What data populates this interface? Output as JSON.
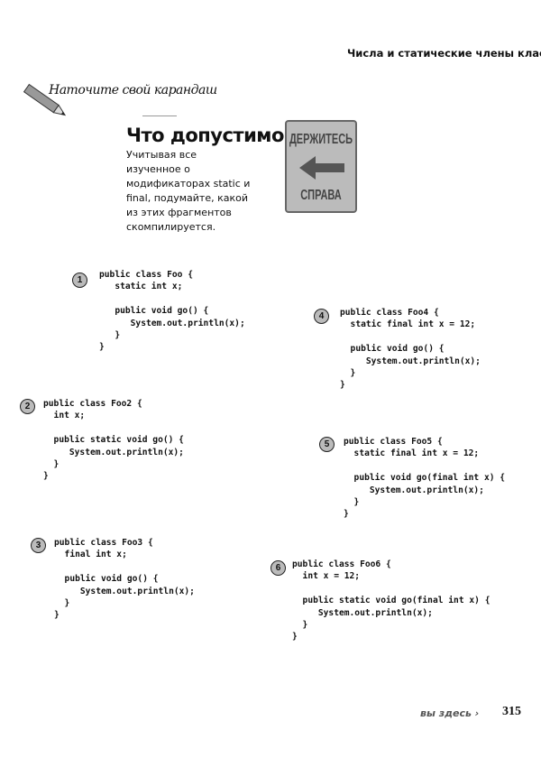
{
  "header": {
    "chapter": "Числа и статические члены класса"
  },
  "exercise": {
    "label": "Наточите свой карандаш",
    "title": "Что допустимо?",
    "description": "Учитывая все изученное о модификаторах static и final, подумайте, какой из этих фрагментов скомпилируется.",
    "sign_top": "ДЕРЖИТЕСЬ",
    "sign_bottom": "СПРАВА",
    "sign_icon": "left-arrow-icon"
  },
  "snippets": [
    {
      "number": "1",
      "code": "public class Foo {\n   static int x;\n\n   public void go() {\n      System.out.println(x);\n   }\n}"
    },
    {
      "number": "2",
      "code": "public class Foo2 {\n  int x;\n\n  public static void go() {\n     System.out.println(x);\n  }\n}"
    },
    {
      "number": "3",
      "code": "public class Foo3 {\n  final int x;\n\n  public void go() {\n     System.out.println(x);\n  }\n}"
    },
    {
      "number": "4",
      "code": "public class Foo4 {\n  static final int x = 12;\n\n  public void go() {\n     System.out.println(x);\n  }\n}"
    },
    {
      "number": "5",
      "code": "public class Foo5 {\n  static final int x = 12;\n\n  public void go(final int x) {\n     System.out.println(x);\n  }\n}"
    },
    {
      "number": "6",
      "code": "public class Foo6 {\n  int x = 12;\n\n  public static void go(final int x) {\n     System.out.println(x);\n  }\n}"
    }
  ],
  "footer": {
    "nav": "вы здесь ›",
    "page": "315"
  }
}
